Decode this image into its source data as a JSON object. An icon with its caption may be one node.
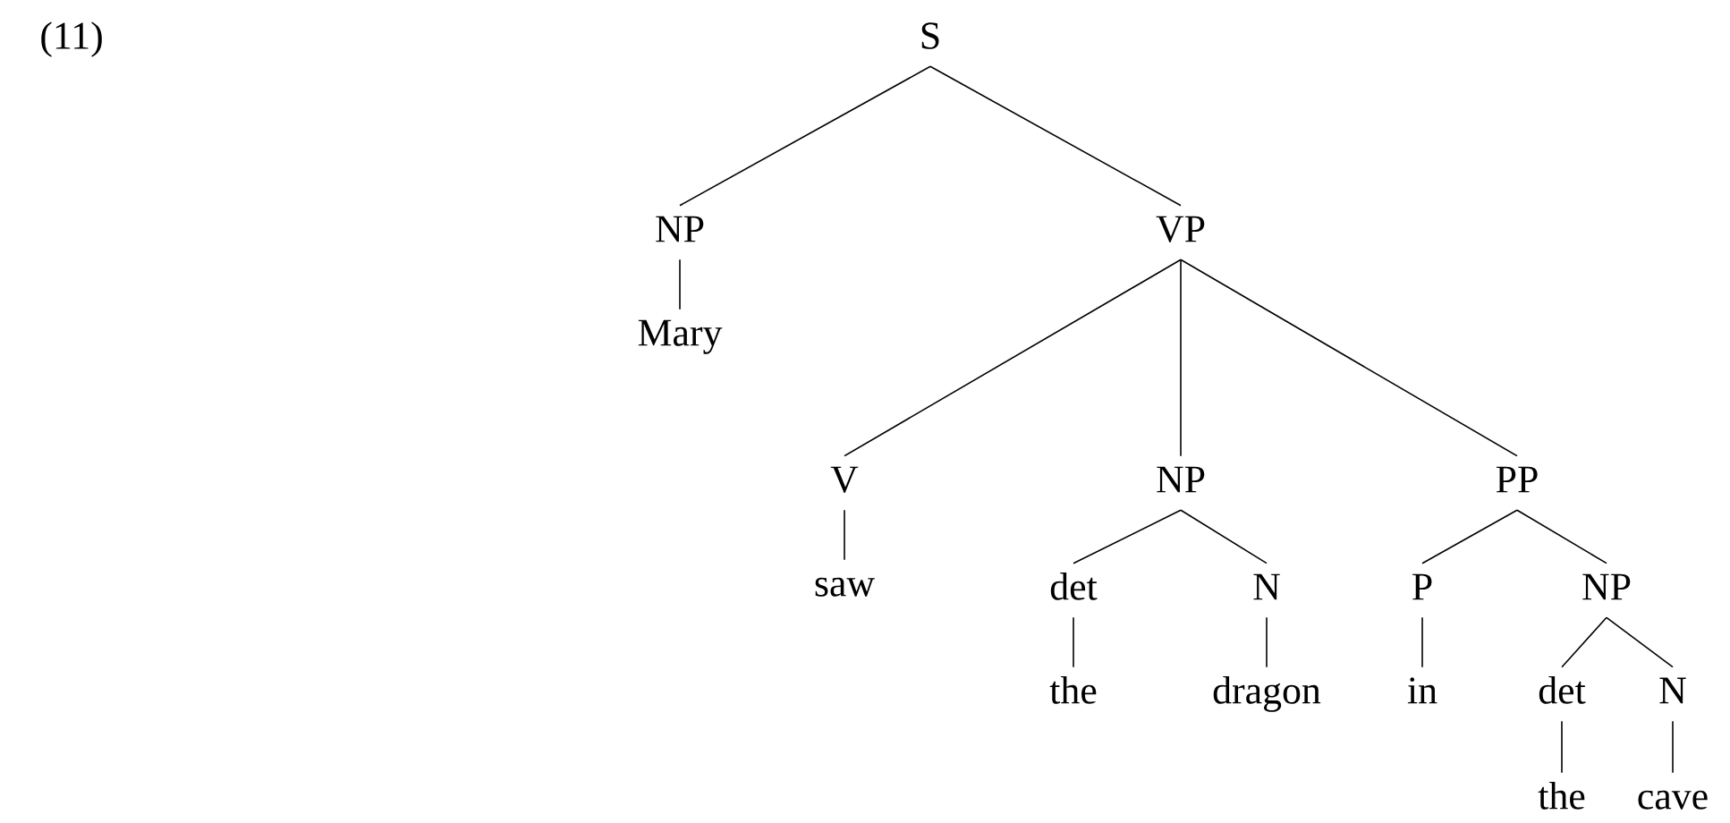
{
  "diagram": {
    "nodes": [
      {
        "text": [
          "S"
        ]
      },
      {
        "text": [
          "NP"
        ]
      },
      {
        "text": [
          "Mary"
        ]
      },
      {
        "text": [
          "VP"
        ]
      },
      {
        "text": [
          "V"
        ]
      },
      {
        "text": [
          "saw"
        ]
      },
      {
        "text": [
          "NP"
        ]
      },
      {
        "text": [
          "det"
        ]
      },
      {
        "text": [
          "the"
        ]
      },
      {
        "text": [
          "N"
        ]
      },
      {
        "text": [
          "dragon"
        ]
      },
      {
        "text": [
          "PP"
        ]
      },
      {
        "text": [
          "P"
        ]
      },
      {
        "text": [
          "in"
        ]
      },
      {
        "text": [
          "NP"
        ]
      },
      {
        "text": [
          "det"
        ]
      },
      {
        "text": [
          "the"
        ]
      },
      {
        "text": [
          "N"
        ]
      },
      {
        "text": [
          "cave"
        ]
      }
    ],
    "edges": [
      {
        "from": 0,
        "to": 1,
        "arrow": "none"
      },
      {
        "from": 1,
        "to": 2,
        "arrow": "none"
      },
      {
        "from": 0,
        "to": 3,
        "arrow": "none"
      },
      {
        "from": 3,
        "to": 4,
        "arrow": "none"
      },
      {
        "from": 4,
        "to": 5,
        "arrow": "none"
      },
      {
        "from": 3,
        "to": 6,
        "arrow": "none"
      },
      {
        "from": 6,
        "to": 7,
        "arrow": "none"
      },
      {
        "from": 7,
        "to": 8,
        "arrow": "none"
      },
      {
        "from": 6,
        "to": 9,
        "arrow": "none"
      },
      {
        "from": 9,
        "to": 10,
        "arrow": "none"
      },
      {
        "from": 3,
        "to": 11,
        "arrow": "none"
      },
      {
        "from": 11,
        "to": 12,
        "arrow": "none"
      },
      {
        "from": 12,
        "to": 13,
        "arrow": "none"
      },
      {
        "from": 11,
        "to": 14,
        "arrow": "none"
      },
      {
        "from": 14,
        "to": 15,
        "arrow": "none"
      },
      {
        "from": 15,
        "to": 16,
        "arrow": "none"
      },
      {
        "from": 14,
        "to": 17,
        "arrow": "none"
      },
      {
        "from": 17,
        "to": 18,
        "arrow": "none"
      }
    ],
    "labels": [
      "(11)"
    ]
  }
}
